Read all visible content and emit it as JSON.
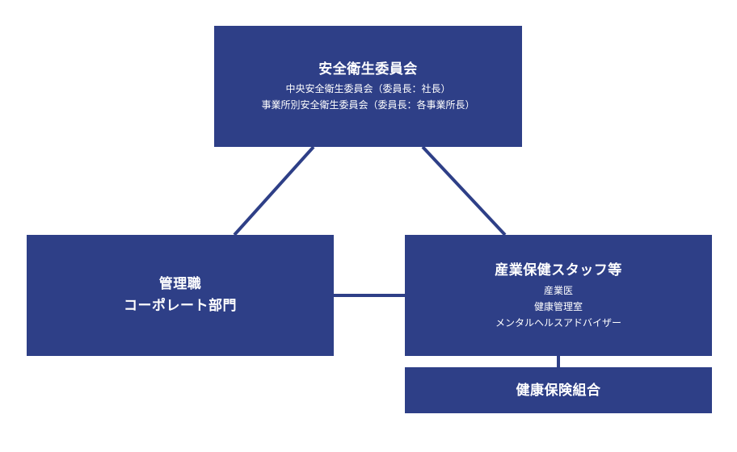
{
  "colors": {
    "box_fill": "#2e3f87",
    "connector": "#2e3f87",
    "text": "#ffffff"
  },
  "nodes": {
    "committee": {
      "title": "安全衛生委員会",
      "lines": [
        "中央安全衛生委員会（委員長：社長）",
        "事業所別安全衛生委員会（委員長：各事業所長）"
      ]
    },
    "management": {
      "lines": [
        "管理職",
        "コーポレート部門"
      ]
    },
    "health_staff": {
      "title": "産業保健スタッフ等",
      "lines": [
        "産業医",
        "健康管理室",
        "メンタルヘルスアドバイザー"
      ]
    },
    "health_insurance": {
      "title": "健康保険組合"
    }
  },
  "edges": [
    {
      "from": "committee",
      "to": "management"
    },
    {
      "from": "committee",
      "to": "health_staff"
    },
    {
      "from": "management",
      "to": "health_staff"
    },
    {
      "from": "health_staff",
      "to": "health_insurance"
    }
  ]
}
